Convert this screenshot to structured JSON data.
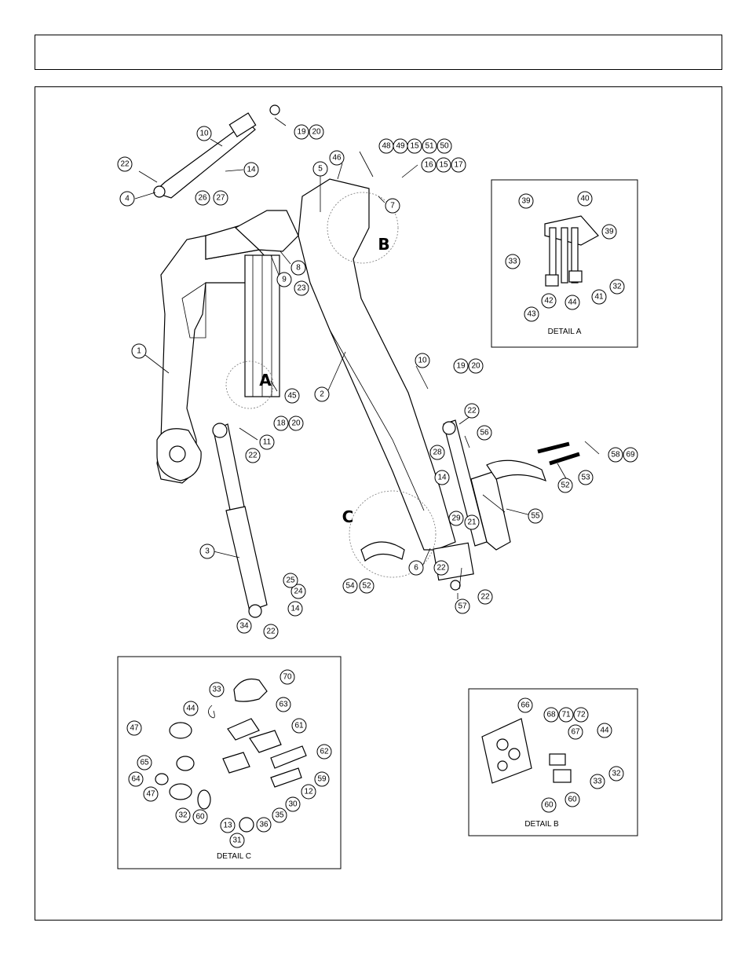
{
  "header": {
    "title": ""
  },
  "details": {
    "a": {
      "label": "DETAIL A",
      "letter": "A"
    },
    "b": {
      "label": "DETAIL B",
      "letter": "B"
    },
    "c": {
      "label": "DETAIL C",
      "letter": "C"
    }
  },
  "callouts_main": [
    "1",
    "2",
    "3",
    "4",
    "5",
    "6",
    "7",
    "8",
    "9",
    "10",
    "11",
    "14",
    "15",
    "16",
    "17",
    "18",
    "19",
    "20",
    "21",
    "22",
    "23",
    "24",
    "25",
    "26",
    "27",
    "28",
    "29",
    "34",
    "45",
    "46",
    "48",
    "49",
    "50",
    "51",
    "52",
    "53",
    "54",
    "55",
    "56",
    "57",
    "58",
    "69"
  ],
  "callouts_detail_a": [
    "32",
    "33",
    "39",
    "40",
    "41",
    "42",
    "43",
    "44"
  ],
  "callouts_detail_b": [
    "32",
    "33",
    "44",
    "60",
    "66",
    "67",
    "68",
    "71",
    "72"
  ],
  "callouts_detail_c": [
    "12",
    "13",
    "30",
    "31",
    "32",
    "33",
    "35",
    "36",
    "44",
    "47",
    "59",
    "60",
    "61",
    "62",
    "63",
    "64",
    "65",
    "70"
  ]
}
